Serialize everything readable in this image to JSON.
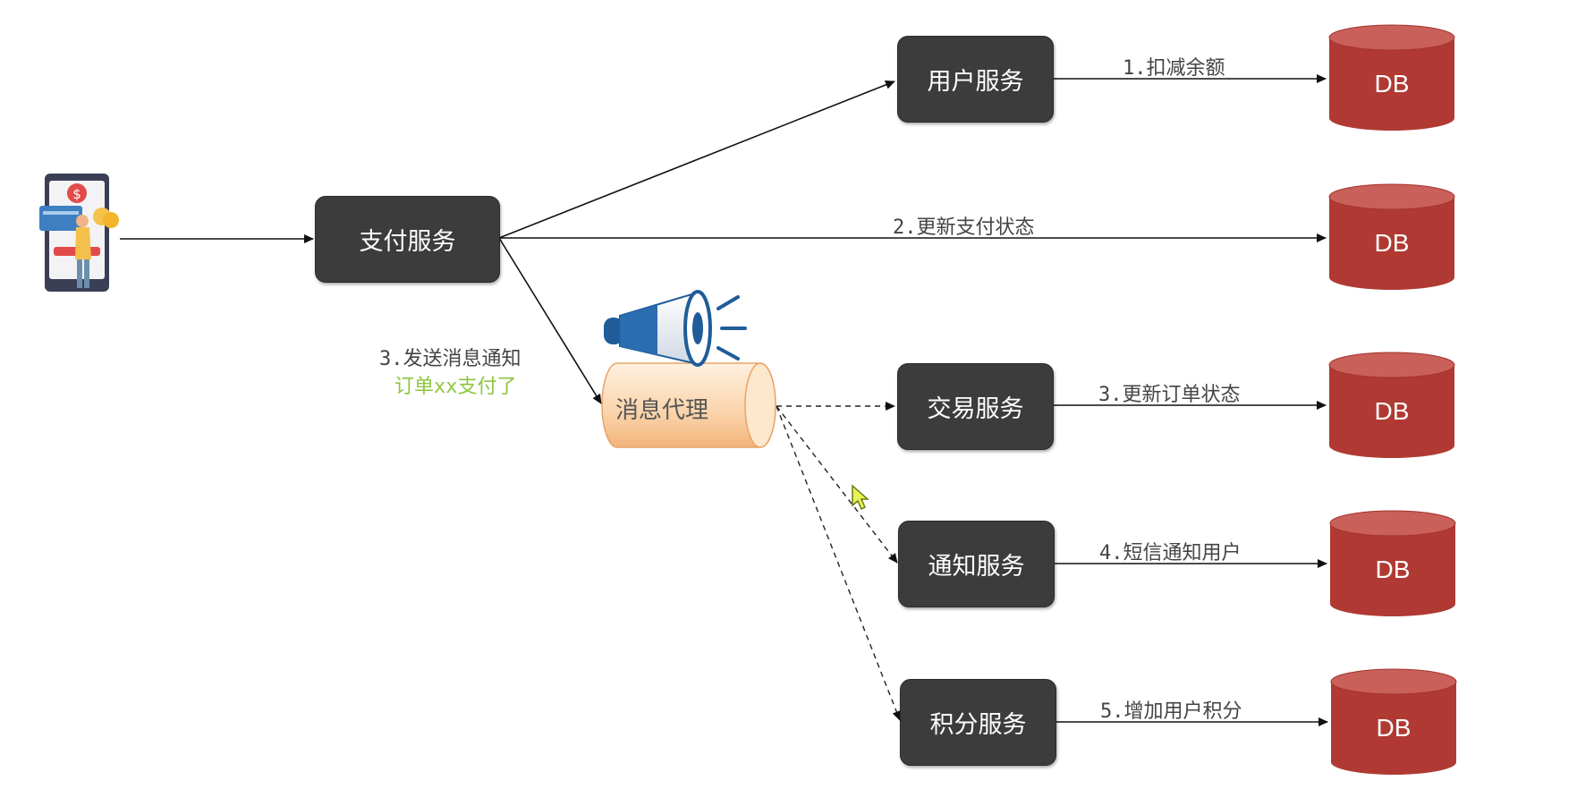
{
  "nodes": {
    "payment": "支付服务",
    "user": "用户服务",
    "trade": "交易服务",
    "notify": "通知服务",
    "points": "积分服务",
    "broker": "消息代理",
    "db": "DB"
  },
  "edges": {
    "e1": "1.扣减余额",
    "e2": "2.更新支付状态",
    "e3": "3.更新订单状态",
    "e4": "4.短信通知用户",
    "e5": "5.增加用户积分",
    "send": "3.发送消息通知",
    "send_note": "订单xx支付了"
  },
  "colors": {
    "service_bg": "#3c3c3c",
    "db_red": "#b03a33",
    "db_top": "#c9605a",
    "broker_fill": "#f9cfa4",
    "note_green": "#8dc63f"
  },
  "icons": [
    "phone-payment-icon",
    "megaphone-icon",
    "cursor-icon"
  ]
}
